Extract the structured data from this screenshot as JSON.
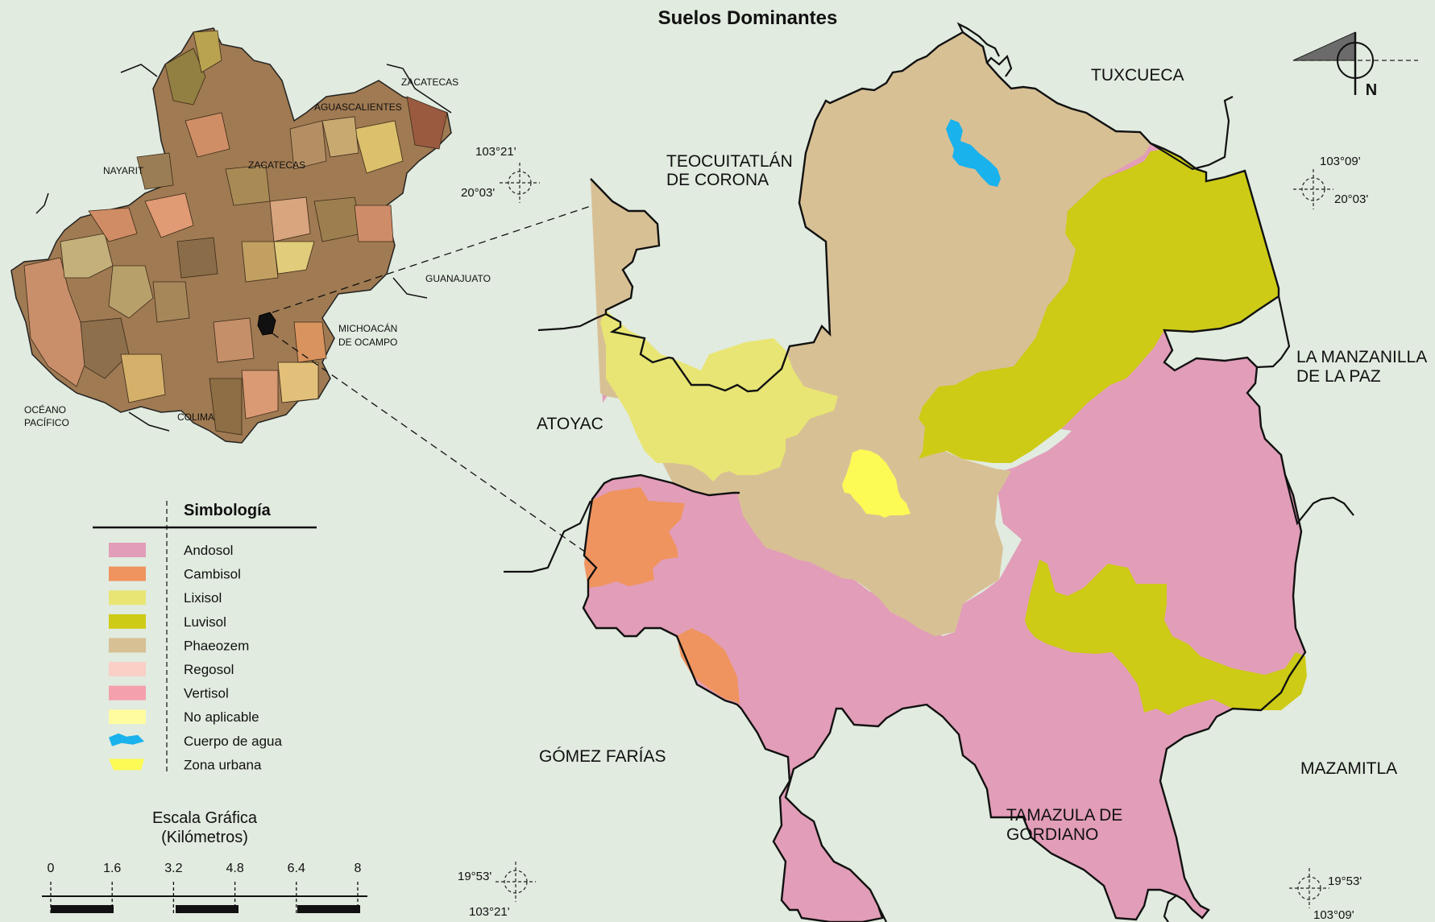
{
  "map": {
    "title": "Suelos Dominantes",
    "colors": {
      "background": "#e1ebdf",
      "andosol": "#e29db8",
      "cambisol": "#ef945f",
      "lixisol": "#e8e574",
      "luvisol": "#cdcb16",
      "phaeozem": "#d8c095",
      "regosol": "#f9cfc6",
      "vertisol": "#f5a0ad",
      "no_aplicable": "#fffca0",
      "cuerpo_agua": "#19b2ec",
      "zona_urbana": "#fcfa55"
    }
  },
  "neighbors": {
    "teocuitatlan_1": "TEOCUITATLÁN",
    "teocuitatlan_2": "DE CORONA",
    "tuxcueca": "TUXCUECA",
    "la_manzanilla_1": "LA MANZANILLA",
    "la_manzanilla_2": "DE LA PAZ",
    "atoyac": "ATOYAC",
    "gomez_farias": "GÓMEZ FARÍAS",
    "tamazula_1": "TAMAZULA DE",
    "tamazula_2": "GORDIANO",
    "mazamitla": "MAZAMITLA"
  },
  "inset": {
    "nayarit": "NAYARIT",
    "zacatecas_top": "ZACATECAS",
    "aguascalientes": "AGUASCALIENTES",
    "zacatecas": "ZACATECAS",
    "guanajuato": "GUANAJUATO",
    "michoacan_1": "MICHOACÁN",
    "michoacan_2": "DE OCAMPO",
    "colima": "COLIMA",
    "oceano_1": "OCÉANO",
    "oceano_2": "PACÍFICO"
  },
  "coordinates": {
    "nw_lon": "103°21'",
    "nw_lat": "20°03'",
    "ne_lon": "103°09'",
    "ne_lat": "20°03'",
    "sw_lat": "19°53'",
    "sw_lon": "103°21'",
    "se_lat": "19°53'",
    "se_lon": "103°09'"
  },
  "legend": {
    "title": "Simbología",
    "items": [
      {
        "label": "Andosol",
        "color": "#e29db8"
      },
      {
        "label": "Cambisol",
        "color": "#ef945f"
      },
      {
        "label": "Lixisol",
        "color": "#e8e574"
      },
      {
        "label": "Luvisol",
        "color": "#cdcb16"
      },
      {
        "label": "Phaeozem",
        "color": "#d8c095"
      },
      {
        "label": "Regosol",
        "color": "#f9cfc6"
      },
      {
        "label": "Vertisol",
        "color": "#f5a0ad"
      },
      {
        "label": "No aplicable",
        "color": "#fffca0"
      },
      {
        "label": "Cuerpo de agua",
        "color": "#19b2ec"
      },
      {
        "label": "Zona urbana",
        "color": "#fcfa55"
      }
    ]
  },
  "scale": {
    "title_1": "Escala Gráfica",
    "title_2": "(Kilómetros)",
    "ticks": [
      "0",
      "1.6",
      "3.2",
      "4.8",
      "6.4",
      "8"
    ]
  },
  "north": {
    "label": "N",
    "icon": "north-arrow-icon"
  }
}
